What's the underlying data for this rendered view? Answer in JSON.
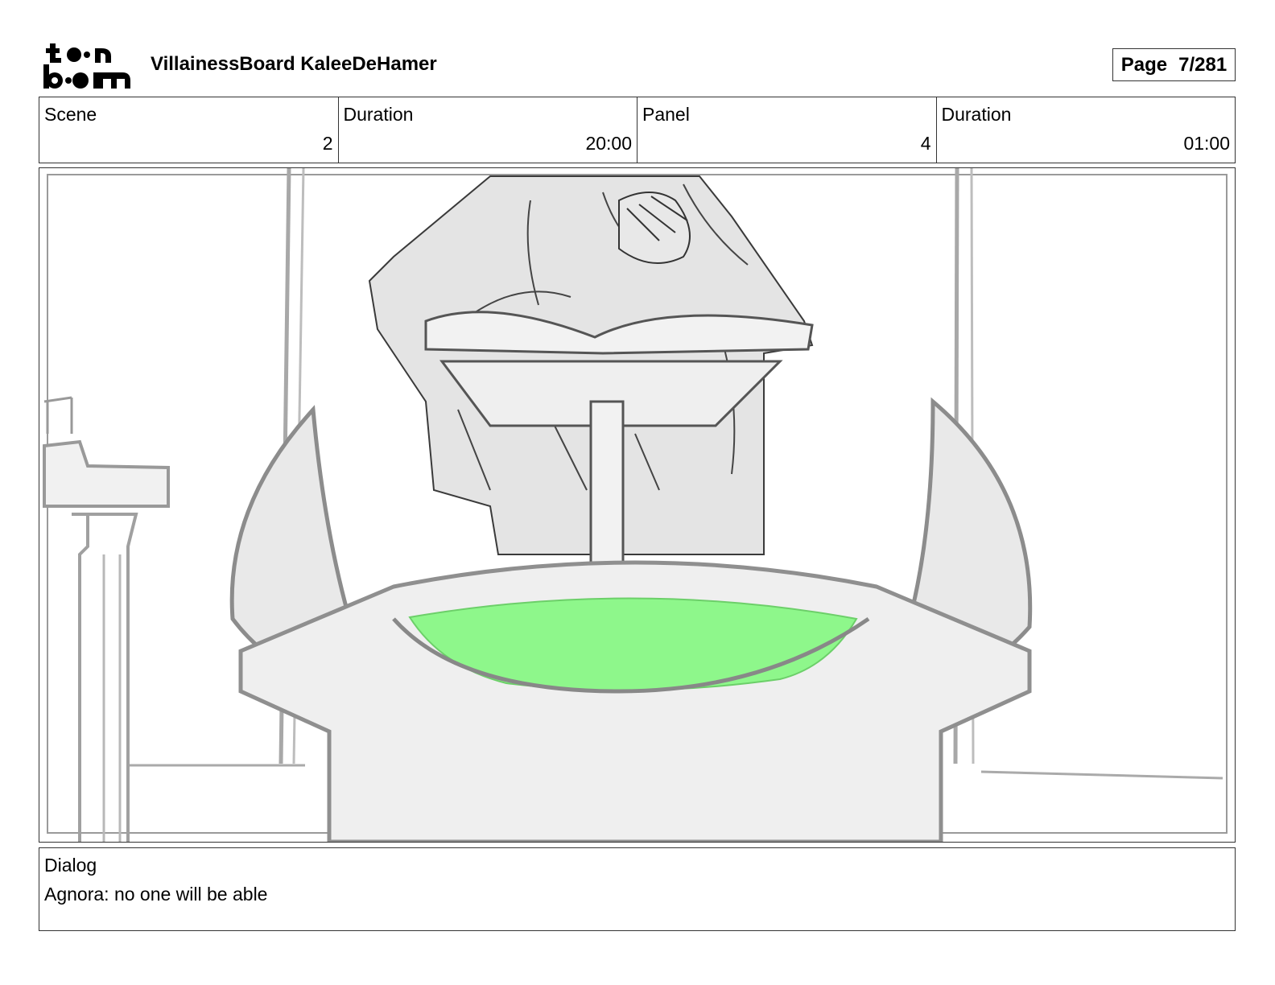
{
  "header": {
    "logo_top": "to●n",
    "logo_bottom": "b●●m",
    "title": "VillainessBoard KaleeDeHamer",
    "page_label": "Page",
    "page_value": "7/281"
  },
  "info": {
    "scene_label": "Scene",
    "scene_value": "2",
    "scene_duration_label": "Duration",
    "scene_duration_value": "20:00",
    "panel_label": "Panel",
    "panel_value": "4",
    "panel_duration_label": "Duration",
    "panel_duration_value": "01:00"
  },
  "dialog": {
    "label": "Dialog",
    "text": "Agnora: no one will be able"
  },
  "colors": {
    "potion": "#8ef78b",
    "sketch_fill": "#e6e6e6",
    "cauldron": "#efefef"
  }
}
